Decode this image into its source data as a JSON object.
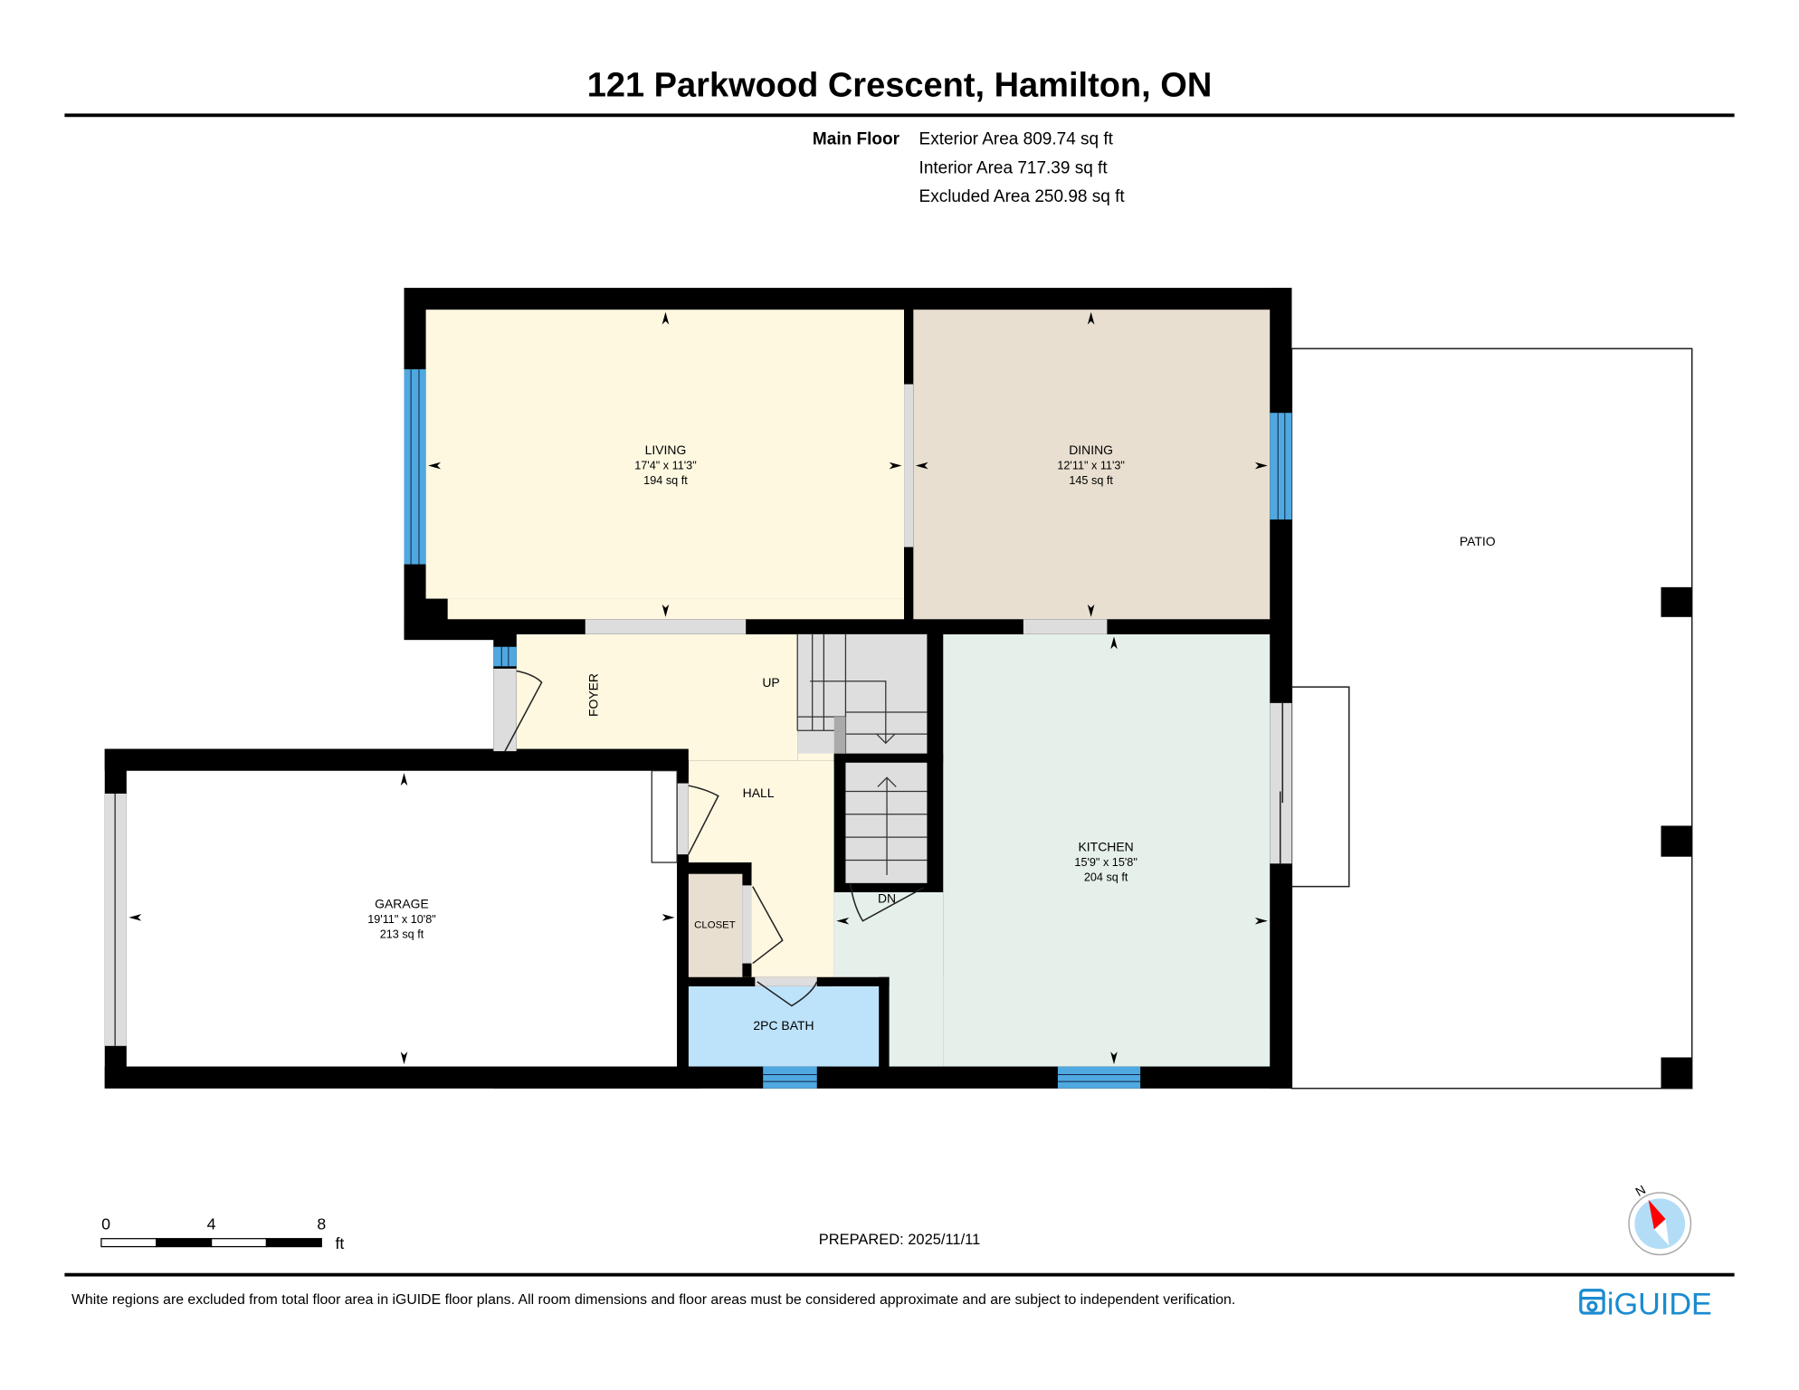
{
  "header": {
    "title": "121 Parkwood Crescent, Hamilton, ON",
    "floor_label": "Main Floor",
    "areas": [
      "Exterior Area 809.74 sq ft",
      "Interior Area 717.39 sq ft",
      "Excluded Area 250.98 sq ft"
    ]
  },
  "rooms": {
    "living": {
      "name": "LIVING",
      "dims": "17'4\" x 11'3\"",
      "area": "194 sq ft"
    },
    "dining": {
      "name": "DINING",
      "dims": "12'11\" x 11'3\"",
      "area": "145 sq ft"
    },
    "kitchen": {
      "name": "KITCHEN",
      "dims": "15'9\" x 15'8\"",
      "area": "204 sq ft"
    },
    "garage": {
      "name": "GARAGE",
      "dims": "19'11\" x 10'8\"",
      "area": "213 sq ft"
    },
    "foyer": {
      "name": "FOYER"
    },
    "hall": {
      "name": "HALL"
    },
    "closet": {
      "name": "CLOSET"
    },
    "bath": {
      "name": "2PC BATH"
    },
    "patio": {
      "name": "PATIO"
    },
    "stairs_up": "UP",
    "stairs_down": "DN"
  },
  "colors": {
    "living": "#FEF8E1",
    "dining": "#E8DFD0",
    "kitchen": "#E6F0EA",
    "bath": "#BDE3FB",
    "closet": "#E8DFD0",
    "stairs": "#DEDEDE",
    "window": "#4FA9E0",
    "wall": "#000000",
    "brand": "#1A8BD0",
    "compass_needle": "#FF0000",
    "compass_face": "#B3DDF7"
  },
  "scale_bar": {
    "ticks": [
      "0",
      "4",
      "8"
    ],
    "unit": "ft"
  },
  "compass": {
    "north_label": "N"
  },
  "prepared": "PREPARED: 2025/11/11",
  "footer": {
    "disclaimer": "White regions are excluded from total floor area in iGUIDE floor plans. All room dimensions and floor areas must be considered approximate and are subject to independent verification.",
    "brand": "iGUIDE"
  }
}
